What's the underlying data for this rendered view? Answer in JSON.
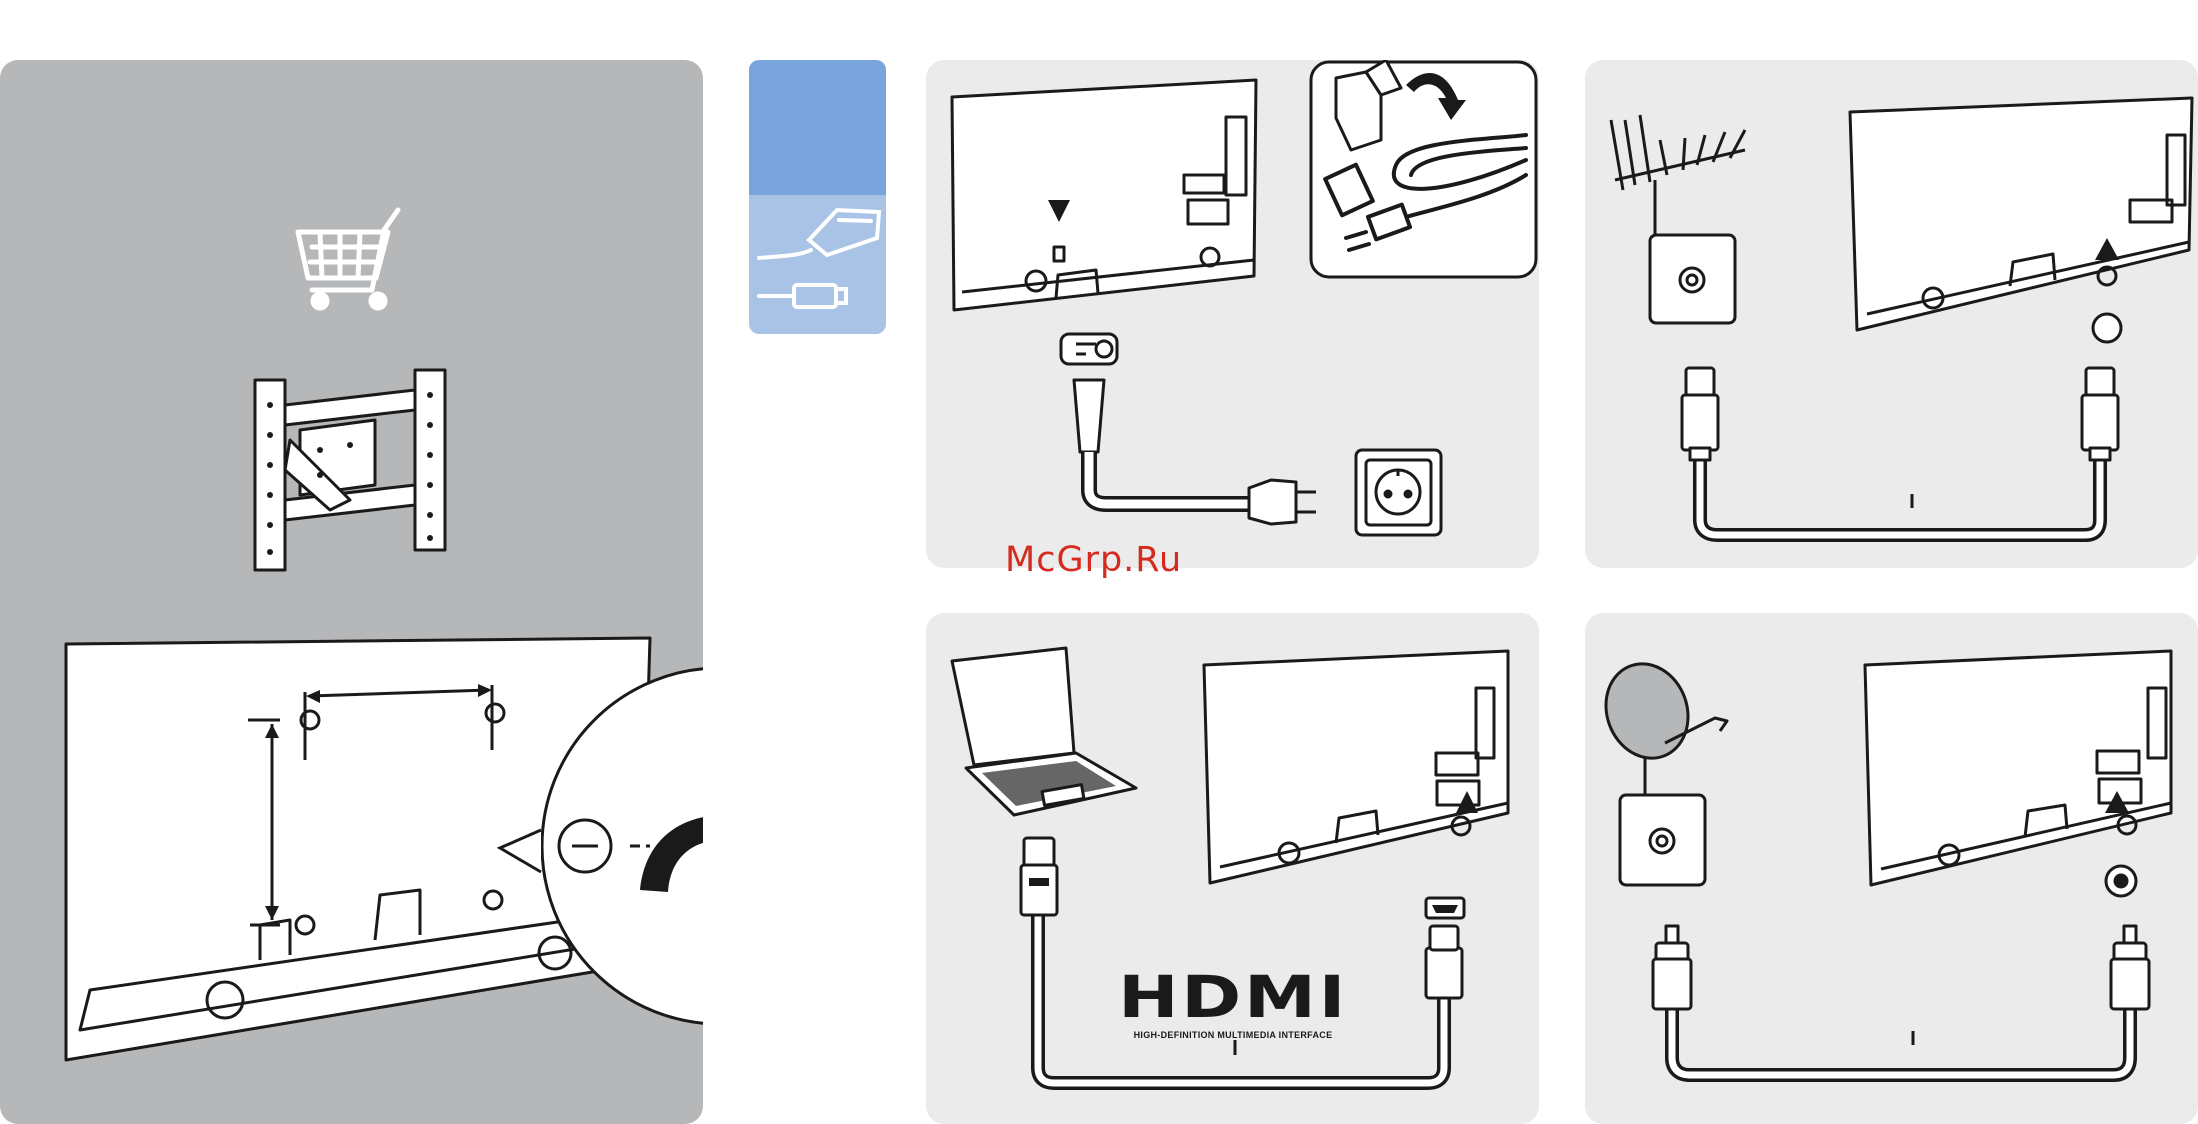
{
  "watermark": "McGrp.Ru",
  "hdmi_logo": {
    "word": "HDMI",
    "tagline": "HIGH-DEFINITION MULTIMEDIA INTERFACE"
  },
  "colors": {
    "left_panel": "#b6b7b9",
    "tab_top": "#7aa5dc",
    "tab_bottom": "#a8c3e6",
    "step_panel": "#ebebeb",
    "watermark": "#d42b1e",
    "line": "#1a1a1a"
  },
  "icons": {
    "cart": "shopping-cart-icon",
    "wall_mount": "wall-mount-bracket-icon",
    "scart": "scart-cable-icon",
    "hdmi_plug": "hdmi-plug-icon",
    "box": "open-box-icon",
    "antenna": "antenna-icon",
    "dish": "satellite-dish-icon",
    "laptop": "laptop-icon",
    "socket": "wall-socket-icon"
  }
}
